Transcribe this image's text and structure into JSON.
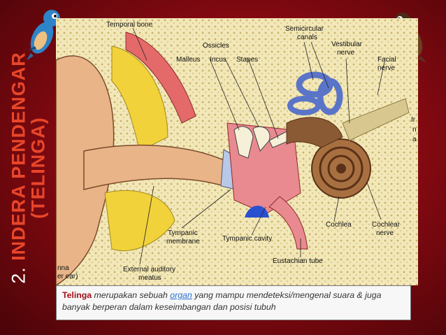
{
  "slide": {
    "number": "2.",
    "title_line1": "INDERA PENDENGAR",
    "title_line2": "(TELINGA)"
  },
  "diagram": {
    "labels": {
      "temporal_bone": "Temporal bone",
      "ossicles": "Ossicles",
      "semicircular": "Semicircular",
      "canals": "canals",
      "vestibular": "Vestibular",
      "vestibular_nerve": "nerve",
      "facial": "Facial",
      "facial_nerve": "nerve",
      "malleus": "Malleus",
      "incus": "Incus",
      "stapes": "Stapes",
      "cochlea": "Cochlea",
      "cochlear": "Cochlear",
      "cochlear_nerve": "nerve",
      "tympanic_membrane_1": "Tympanic",
      "tympanic_membrane_2": "membrane",
      "tympanic_cavity": "Tympanic cavity",
      "eustachian_tube": "Eustachian tube",
      "external_1": "External auditory",
      "external_2": "meatus",
      "pinna_1": "nna",
      "pinna_2": "er ear)",
      "ir": "Ir",
      "n": "n",
      "a": "a"
    }
  },
  "caption": {
    "bold": "Telinga",
    "text1": " merupakan sebuah ",
    "link": "organ",
    "text2": " yang mampu mendeteksi/mengenal suara & juga banyak berperan dalam keseimbangan dan posisi tubuh"
  },
  "colors": {
    "background": "#8a0a12",
    "title_accent": "#e8462a",
    "caption_bold": "#a10f16",
    "caption_link": "#2a6fd0"
  }
}
